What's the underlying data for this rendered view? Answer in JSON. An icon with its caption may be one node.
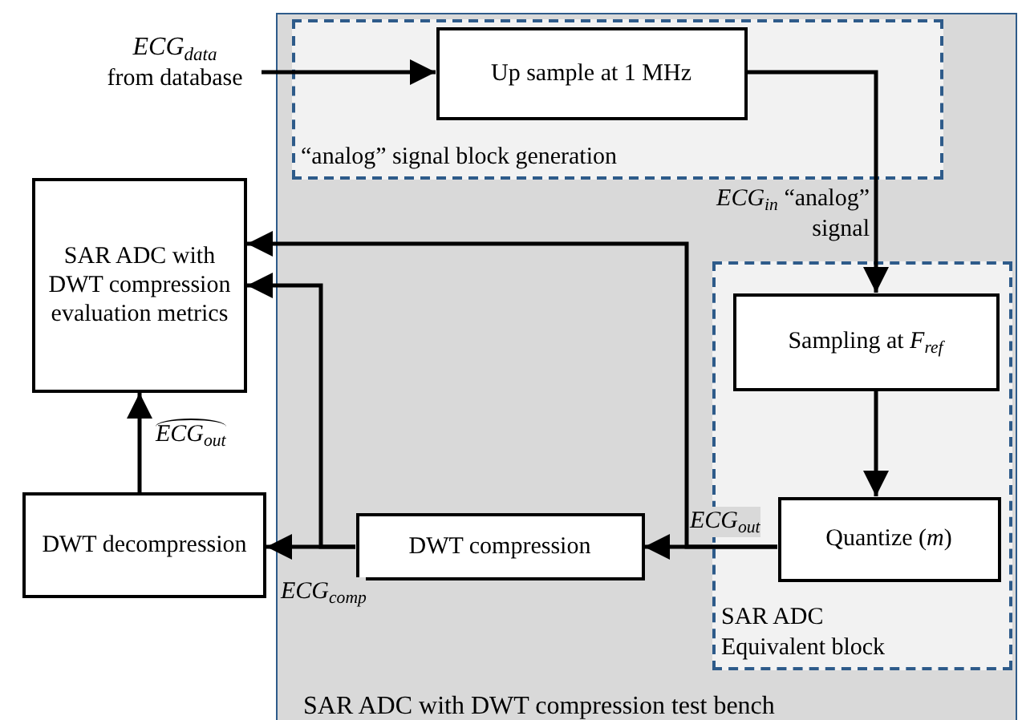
{
  "diagram": {
    "nodes": [
      {
        "text": [
          "*ECG$_{data}$*",
          "from database"
        ]
      },
      {
        "text": [
          "SAR ADC with DWT compression test bench"
        ]
      },
      {
        "text": [
          "“analog” signal block generation"
        ],
        "in": 1
      },
      {
        "text": [
          "Up sample at 1 MHz"
        ],
        "in": 2
      },
      {
        "text": [
          "SAR ADC with DWT compression evaluation metrics"
        ]
      },
      {
        "text": [
          "SAR ADC Equivalent block"
        ],
        "in": 1
      },
      {
        "text": [
          "Sampling at *F$_{ref}$*"
        ],
        "in": 5
      },
      {
        "text": [
          "DWT decompression"
        ]
      },
      {
        "text": [
          "DWT compression"
        ],
        "in": 1
      },
      {
        "text": [
          "Quantize (*m*)"
        ],
        "in": 5
      }
    ],
    "edges": [
      {
        "from": 0,
        "to": 3,
        "arrow": "to"
      },
      {
        "from": 3,
        "to": 6,
        "arrow": "to",
        "label": "*ECG$_{in}$* “analog” signal"
      },
      {
        "from": 6,
        "to": 9,
        "arrow": "to"
      },
      {
        "from": 9,
        "to": 8,
        "arrow": "to",
        "label": "*ECG$_{out}$*"
      },
      {
        "from": 9,
        "to": 4,
        "arrow": "to"
      },
      {
        "from": 8,
        "to": 7,
        "arrow": "to",
        "label": "*ECG$_{comp}$*"
      },
      {
        "from": 8,
        "to": 4,
        "arrow": "to"
      },
      {
        "from": 7,
        "to": 4,
        "arrow": "to",
        "label": "*ECG$_{out}$*"
      }
    ]
  }
}
